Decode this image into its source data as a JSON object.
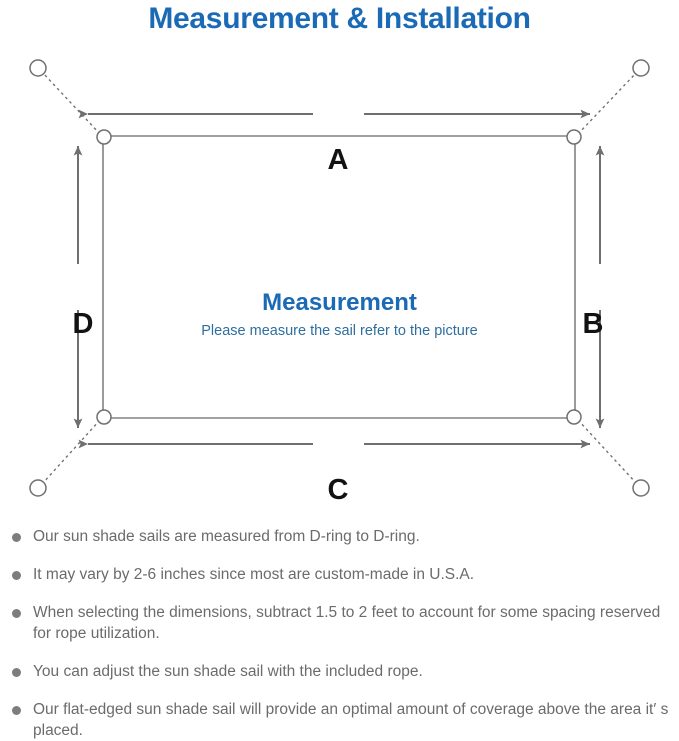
{
  "title": "Measurement & Installation",
  "center": {
    "heading": "Measurement",
    "subheading": "Please measure the sail refer to the picture"
  },
  "dimensions": {
    "top": "A",
    "right": "B",
    "bottom": "C",
    "left": "D"
  },
  "colors": {
    "title_blue": "#1a6ab5",
    "subtitle_blue": "#2e6f9e",
    "line_gray": "#6f6f6f",
    "sail_outline": "#808080",
    "bullet_gray": "#7d7d7d",
    "note_text": "#6b6b6b"
  },
  "notes": [
    "Our sun shade sails are measured from D-ring to D-ring.",
    "It may vary by 2-6 inches since most are custom-made in U.S.A.",
    "When selecting the dimensions, subtract 1.5 to 2 feet to account for some spacing reserved for rope utilization.",
    "You can adjust the sun shade sail with the included rope.",
    "Our flat-edged sun shade sail will provide an optimal amount of coverage above the area it′ s placed."
  ]
}
